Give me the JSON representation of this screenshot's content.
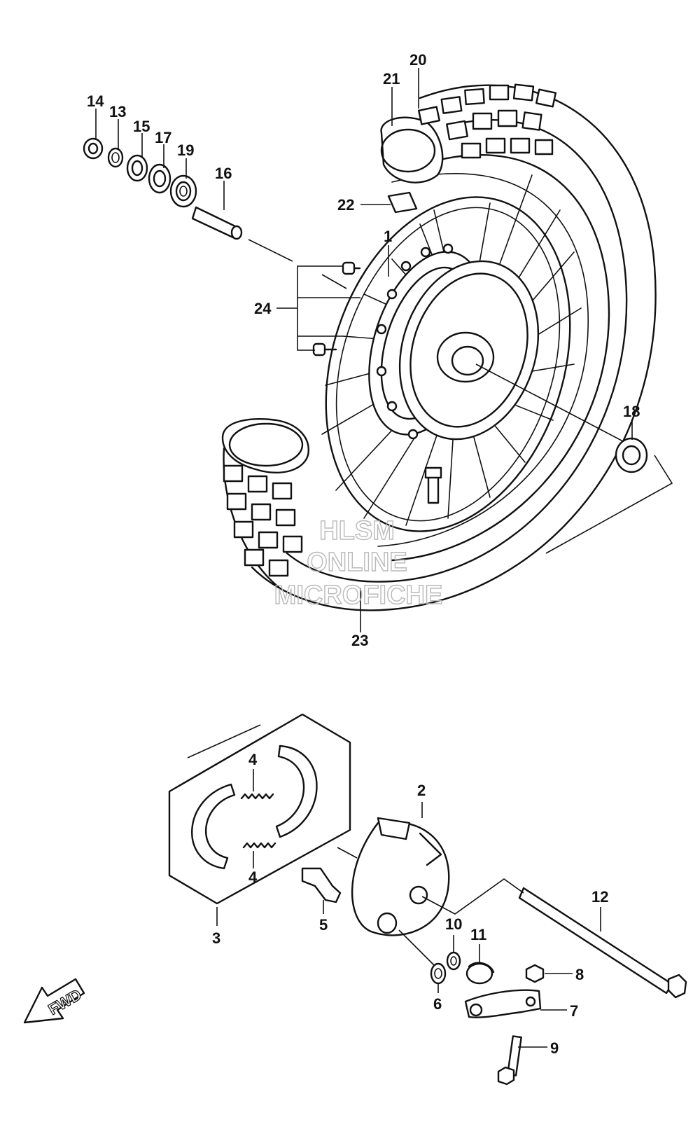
{
  "diagram": {
    "part_labels": {
      "p1": "1",
      "p2": "2",
      "p3": "3",
      "p4a": "4",
      "p4b": "4",
      "p5": "5",
      "p6": "6",
      "p7": "7",
      "p8": "8",
      "p9": "9",
      "p10": "10",
      "p11": "11",
      "p12": "12",
      "p13": "13",
      "p14": "14",
      "p15": "15",
      "p16": "16",
      "p17": "17",
      "p18": "18",
      "p19": "19",
      "p20": "20",
      "p21": "21",
      "p22": "22",
      "p23": "23",
      "p24": "24"
    },
    "watermark": {
      "line1": "HLSM",
      "line2": "ONLINE",
      "line3": "MICROFICHE"
    },
    "direction_badge": "FWD"
  }
}
